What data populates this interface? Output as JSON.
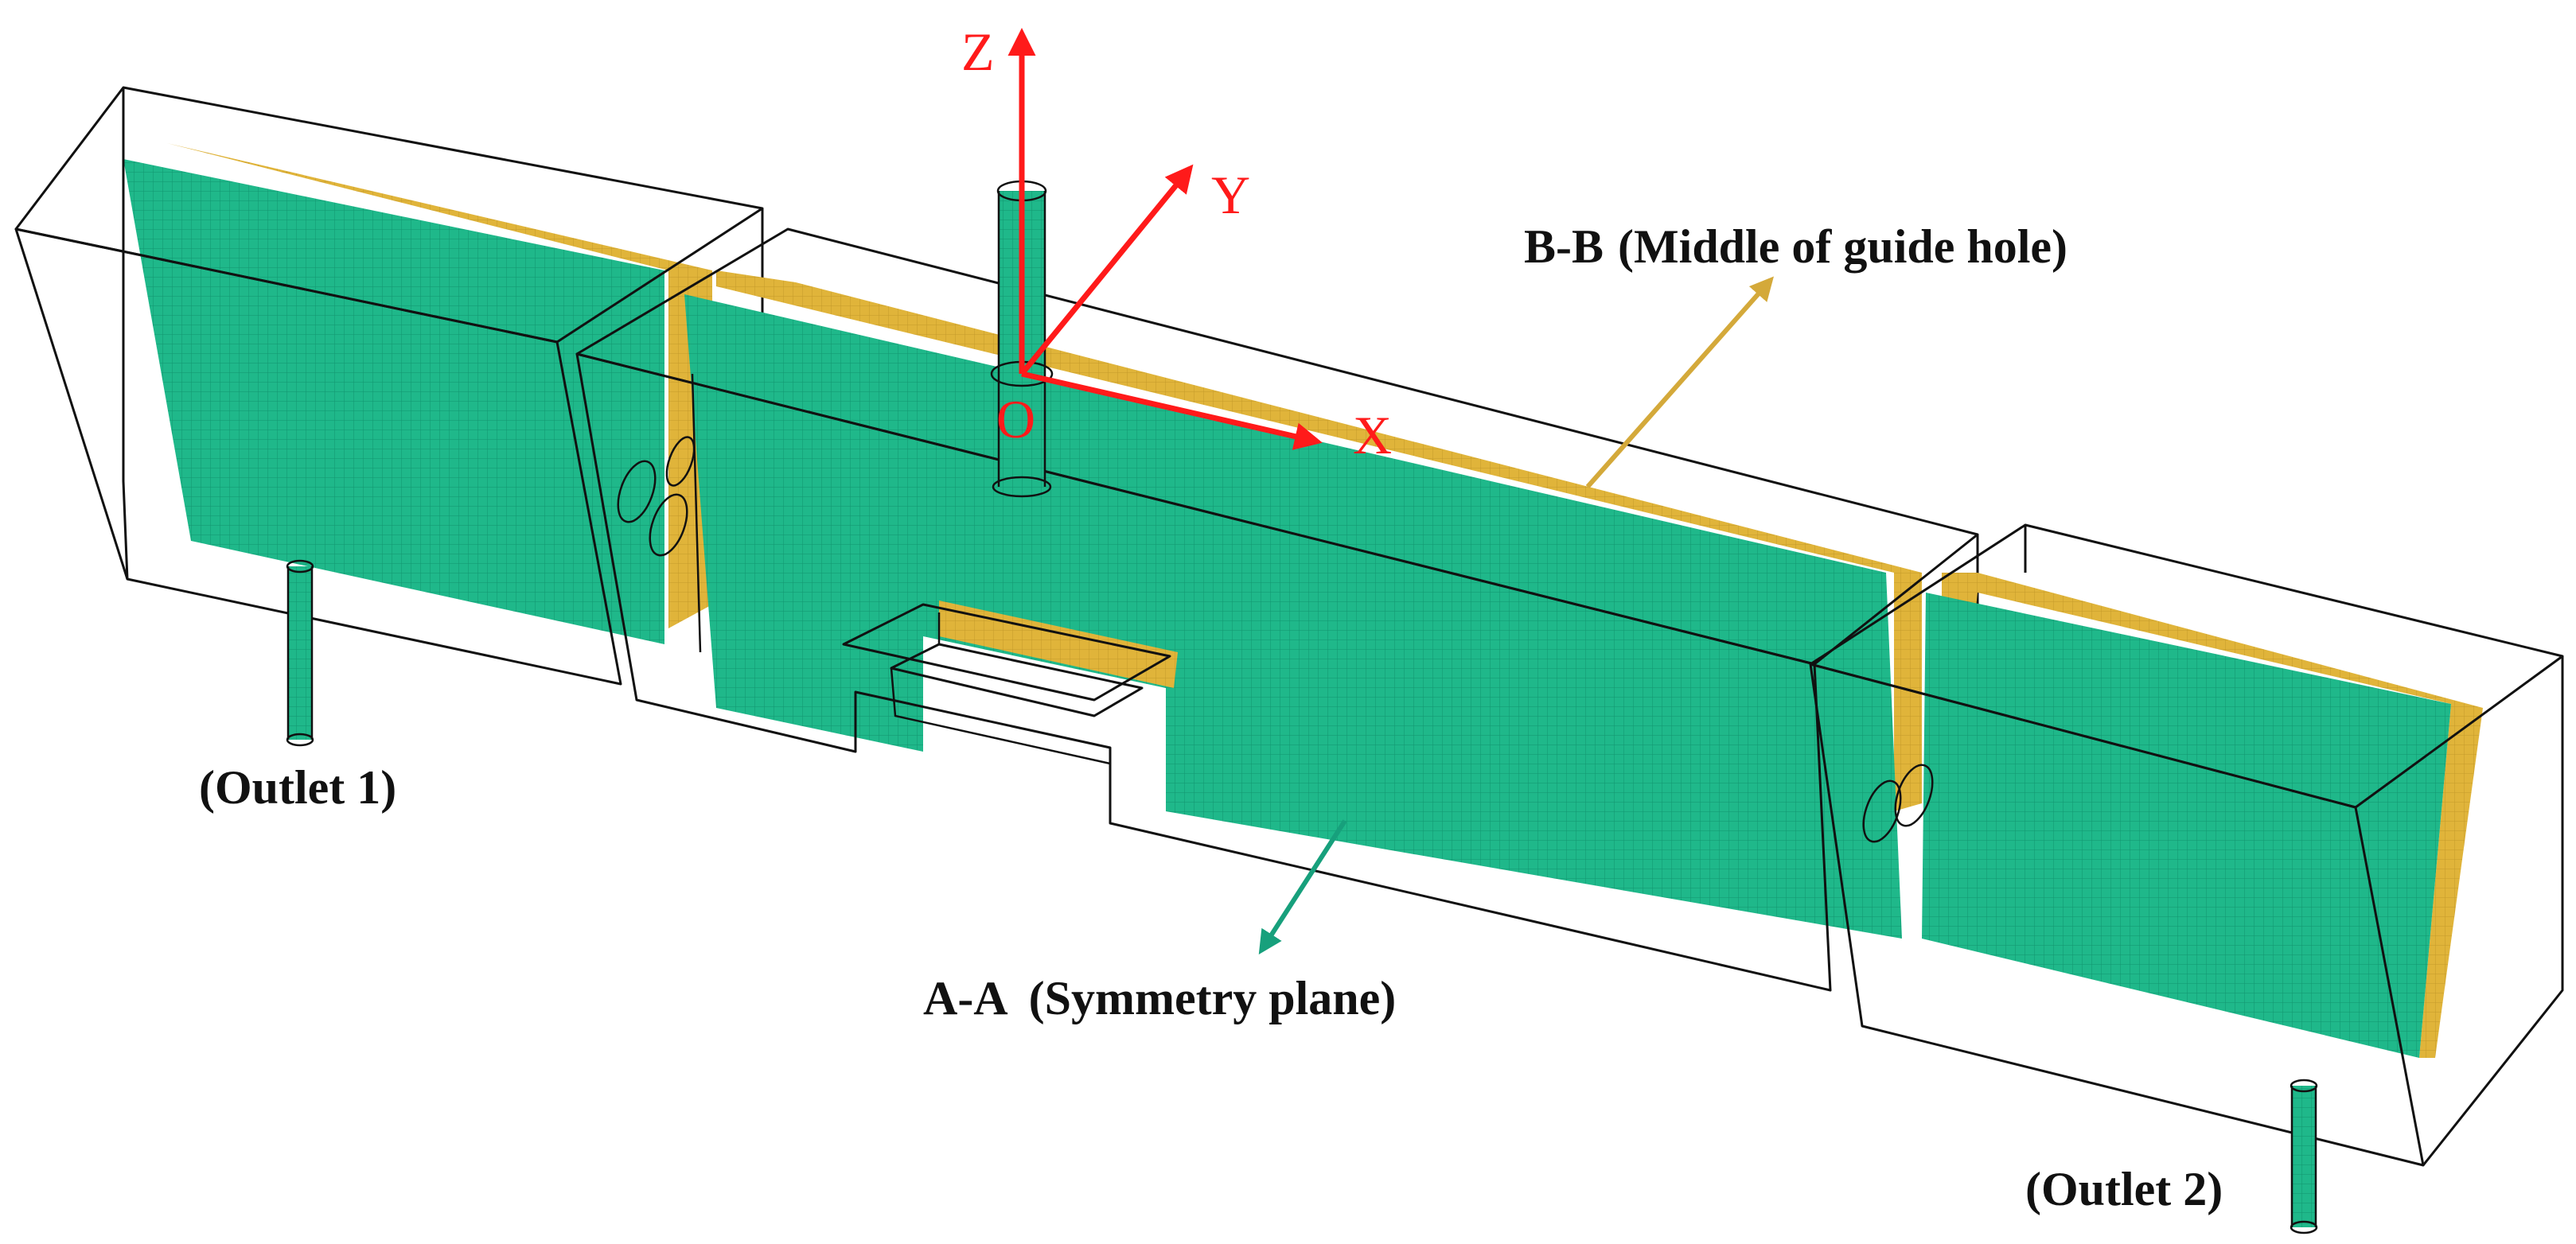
{
  "colors": {
    "symmetry_plane": "#1fb88a",
    "guide_plane": "#e0b43a",
    "axis": "#ff1a1a",
    "outline": "#111111",
    "pointer_symmetry": "#17a07c",
    "pointer_guide": "#d4a93a"
  },
  "axes": {
    "z": "Z",
    "y": "Y",
    "x": "X",
    "origin": "O"
  },
  "labels": {
    "bb_code": "B-B",
    "bb_desc": "(Middle of guide hole)",
    "aa_code": "A-A",
    "aa_desc": "(Symmetry plane)",
    "outlet1": "(Outlet 1)",
    "outlet2": "(Outlet 2)"
  }
}
